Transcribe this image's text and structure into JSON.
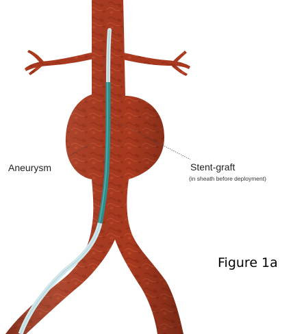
{
  "labels": {
    "aneurysm": "Aneurysm",
    "stent_graft": "Stent-graft",
    "stent_graft_note": "(in sheath before deployment)",
    "figure": "Figure 1a"
  },
  "colors": {
    "vessel": "#a8391f",
    "vessel_dark": "#7e2512",
    "vessel_light": "#c8583a",
    "stent": "#2e8c8a",
    "sheath": "#cfe6ea",
    "leader": "#444444"
  }
}
